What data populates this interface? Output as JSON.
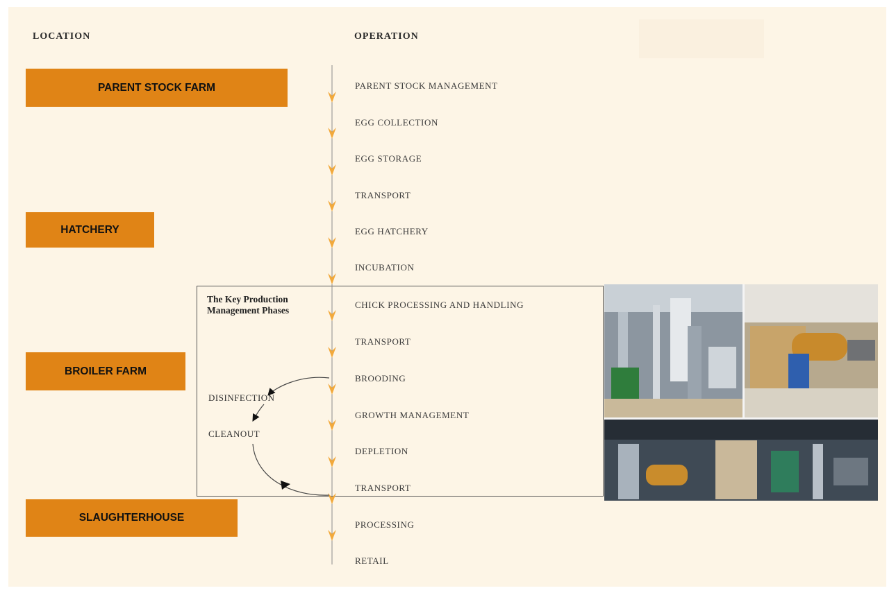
{
  "headers": {
    "location": "LOCATION",
    "operation": "OPERATION"
  },
  "locations": [
    {
      "label": "PARENT STOCK FARM"
    },
    {
      "label": "HATCHERY"
    },
    {
      "label": "BROILER FARM"
    },
    {
      "label": "SLAUGHTERHOUSE"
    }
  ],
  "operations": [
    "PARENT STOCK MANAGEMENT",
    "EGG COLLECTION",
    "EGG STORAGE",
    "TRANSPORT",
    "EGG HATCHERY",
    "INCUBATION",
    "CHICK PROCESSING AND HANDLING",
    "TRANSPORT",
    "BROODING",
    "GROWTH MANAGEMENT",
    "DEPLETION",
    "TRANSPORT",
    "PROCESSING",
    "RETAIL"
  ],
  "phases": {
    "title": "The Key Production Management Phases",
    "cycle": [
      "DISINFECTION",
      "CLEANOUT"
    ]
  },
  "colors": {
    "location_box": "#e08416",
    "arrow": "#f2a93b",
    "background": "#fdf5e6"
  },
  "photo": {
    "description_icon": "factory-equipment-photo-icon"
  }
}
